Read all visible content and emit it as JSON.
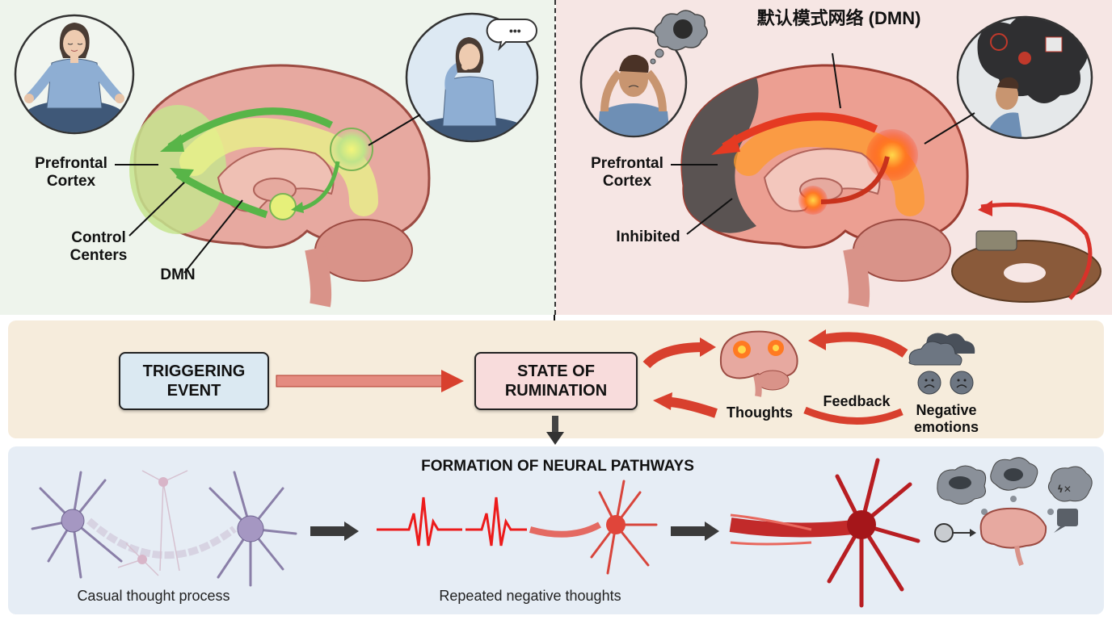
{
  "top_left": {
    "theme": "healthy-balanced-mind",
    "labels": {
      "prefrontal": "Prefrontal\nCortex",
      "control_centers": "Control\nCenters",
      "dmn": "DMN"
    },
    "colors": {
      "accent": "#5cb84a",
      "glow": "#e6f07a"
    }
  },
  "top_right": {
    "theme": "ruminating-mind",
    "labels": {
      "dmn_title": "默认模式网络 (DMN)",
      "prefrontal": "Prefrontal\nCortex",
      "inhibited": "Inhibited"
    },
    "colors": {
      "accent": "#e53a22",
      "glow": "#ff9a2a",
      "inhibited": "#555050"
    }
  },
  "flow": {
    "triggering_event": "TRIGGERING\nEVENT",
    "state_of_rumination": "STATE OF\nRUMINATION",
    "thoughts": "Thoughts",
    "feedback": "Feedback",
    "negative_emotions": "Negative\nemotions",
    "colors": {
      "trigger_box": "#dbe9f2",
      "rumination_box": "#f8dcdc",
      "arrow": "#d8402e"
    }
  },
  "pathways": {
    "title": "FORMATION OF NEURAL PATHWAYS",
    "caption_casual": "Casual thought process",
    "caption_repeated": "Repeated negative thoughts",
    "colors": {
      "neuron_calm": "#9b8fb8",
      "neuron_active": "#e0453a",
      "neuron_strong": "#b81e22"
    }
  }
}
